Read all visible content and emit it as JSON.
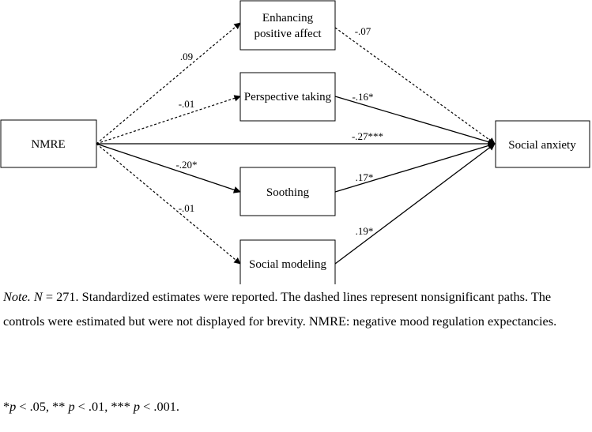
{
  "nodes": {
    "nmre": "NMRE",
    "enhancing": [
      "Enhancing",
      "positive affect"
    ],
    "perspective": "Perspective taking",
    "soothing": "Soothing",
    "modeling": "Social modeling",
    "anxiety": "Social anxiety"
  },
  "paths": {
    "nmre_enhancing": ".09",
    "nmre_perspective": "-.01",
    "nmre_soothing": "-.20*",
    "nmre_modeling": "-.01",
    "enhancing_anxiety": "-.07",
    "perspective_anxiety": "-.16*",
    "direct": "-.27***",
    "soothing_anxiety": ".17*",
    "modeling_anxiety": ".19*"
  },
  "note": {
    "label": "Note.",
    "n_label": "N",
    "n_rest": " = 271. Standardized estimates were reported. The dashed lines represent nonsignificant paths. The controls were estimated but were not displayed for brevity. NMRE: negative mood regulation expectancies."
  },
  "significance": {
    "s1": "*",
    "p1": "p",
    "v1": " < .05, ** ",
    "p2": "p",
    "v2": " < .01, *** ",
    "p3": "p",
    "v3": " < .001."
  }
}
